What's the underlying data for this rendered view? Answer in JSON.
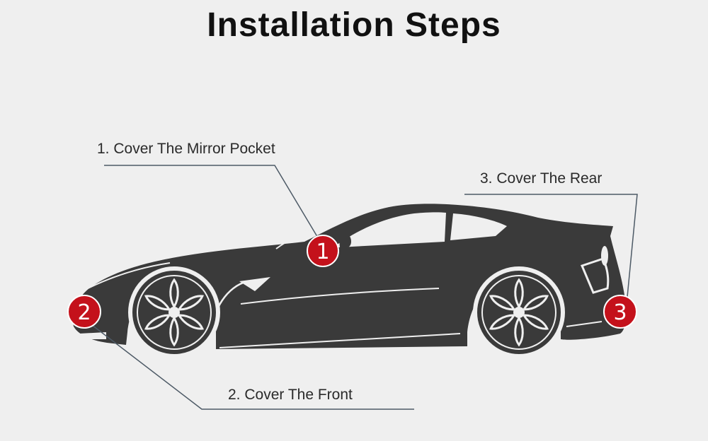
{
  "title": "Installation Steps",
  "steps": [
    {
      "number": "1",
      "label": "1. Cover The Mirror Pocket"
    },
    {
      "number": "2",
      "label": "2. Cover The Front"
    },
    {
      "number": "3",
      "label": "3. Cover The Rear"
    }
  ],
  "colors": {
    "background": "#efefef",
    "car_body": "#3a3a3a",
    "badge": "#c4111b",
    "leader_line": "#4d5a66"
  }
}
